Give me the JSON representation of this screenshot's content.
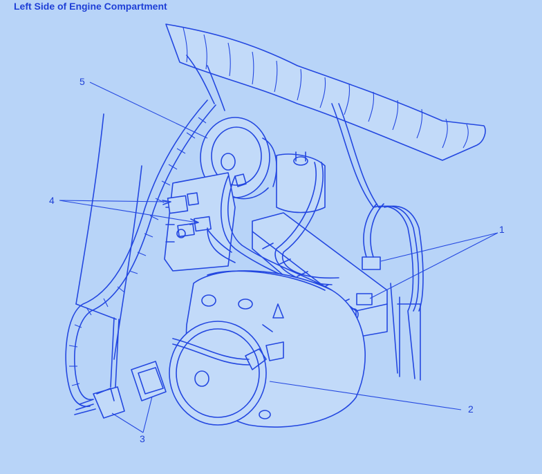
{
  "diagram": {
    "title": "Left Side of Engine Compartment",
    "callouts": [
      {
        "id": "1",
        "text": "1"
      },
      {
        "id": "2",
        "text": "2"
      },
      {
        "id": "3",
        "text": "3"
      },
      {
        "id": "4",
        "text": "4"
      },
      {
        "id": "5",
        "text": "5"
      }
    ]
  },
  "colors": {
    "background": "#b8d4f8",
    "line": "#2347e0",
    "text": "#1e3fd6"
  }
}
